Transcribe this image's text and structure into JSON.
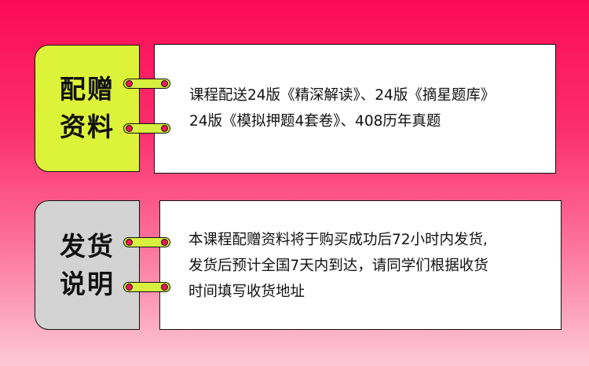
{
  "colors": {
    "accent_yellow": "#ddf33a",
    "label_gray": "#d3d3d3",
    "ring_yellow": "#d7ef3f",
    "pin_pink": "#f01654",
    "background_top": "#fb0a57",
    "background_bottom": "#fdc9d8"
  },
  "sections": [
    {
      "label_lines": [
        "配赠",
        "资料"
      ],
      "content_lines": [
        "课程配送24版《精深解读》、24版《摘星题库》",
        "24版《模拟押题4套卷》、408历年真题"
      ]
    },
    {
      "label_lines": [
        "发货",
        "说明"
      ],
      "content_lines": [
        "本课程配赠资料将于购买成功后72小时内发货,",
        "发货后预计全国7天内到达，请同学们根据收货",
        "时间填写收货地址"
      ]
    }
  ]
}
